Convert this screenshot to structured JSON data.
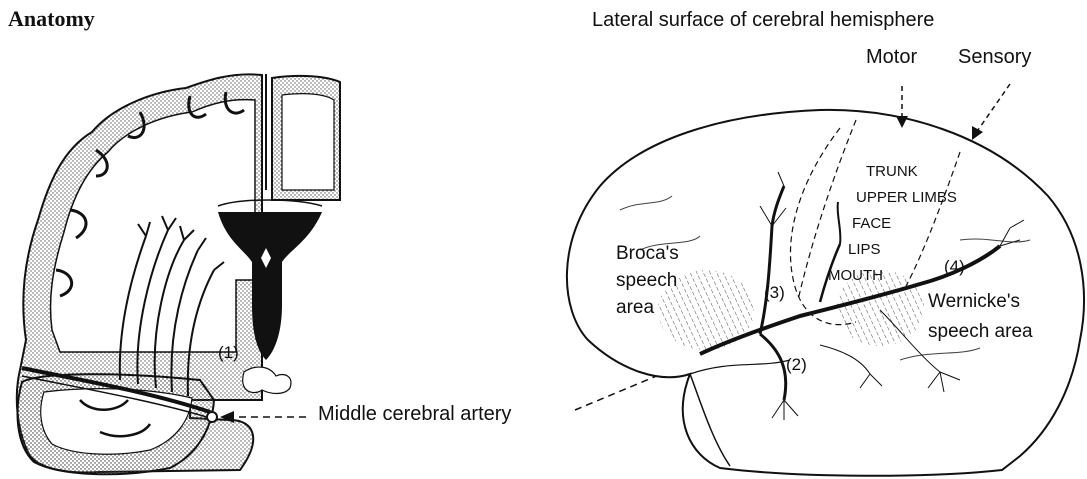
{
  "section_heading": "Anatomy",
  "lateral_title": "Lateral surface of cerebral hemisphere",
  "motor_label": "Motor",
  "sensory_label": "Sensory",
  "homunculus": {
    "trunk": "TRUNK",
    "upper_limbs": "UPPER LIMBS",
    "face": "FACE",
    "lips": "LIPS",
    "mouth": "MOUTH"
  },
  "broca": {
    "line1": "Broca's",
    "line2": "speech",
    "line3": "area"
  },
  "wernicke": {
    "line1": "Wernicke's",
    "line2": "speech area"
  },
  "markers": {
    "m1": "(1)",
    "m2": "(2)",
    "m3": "(3)",
    "m4": "(4)"
  },
  "artery_label": "Middle cerebral artery",
  "colors": {
    "ink": "#111111",
    "stipple": "#e3e3e3",
    "paper": "#ffffff"
  }
}
